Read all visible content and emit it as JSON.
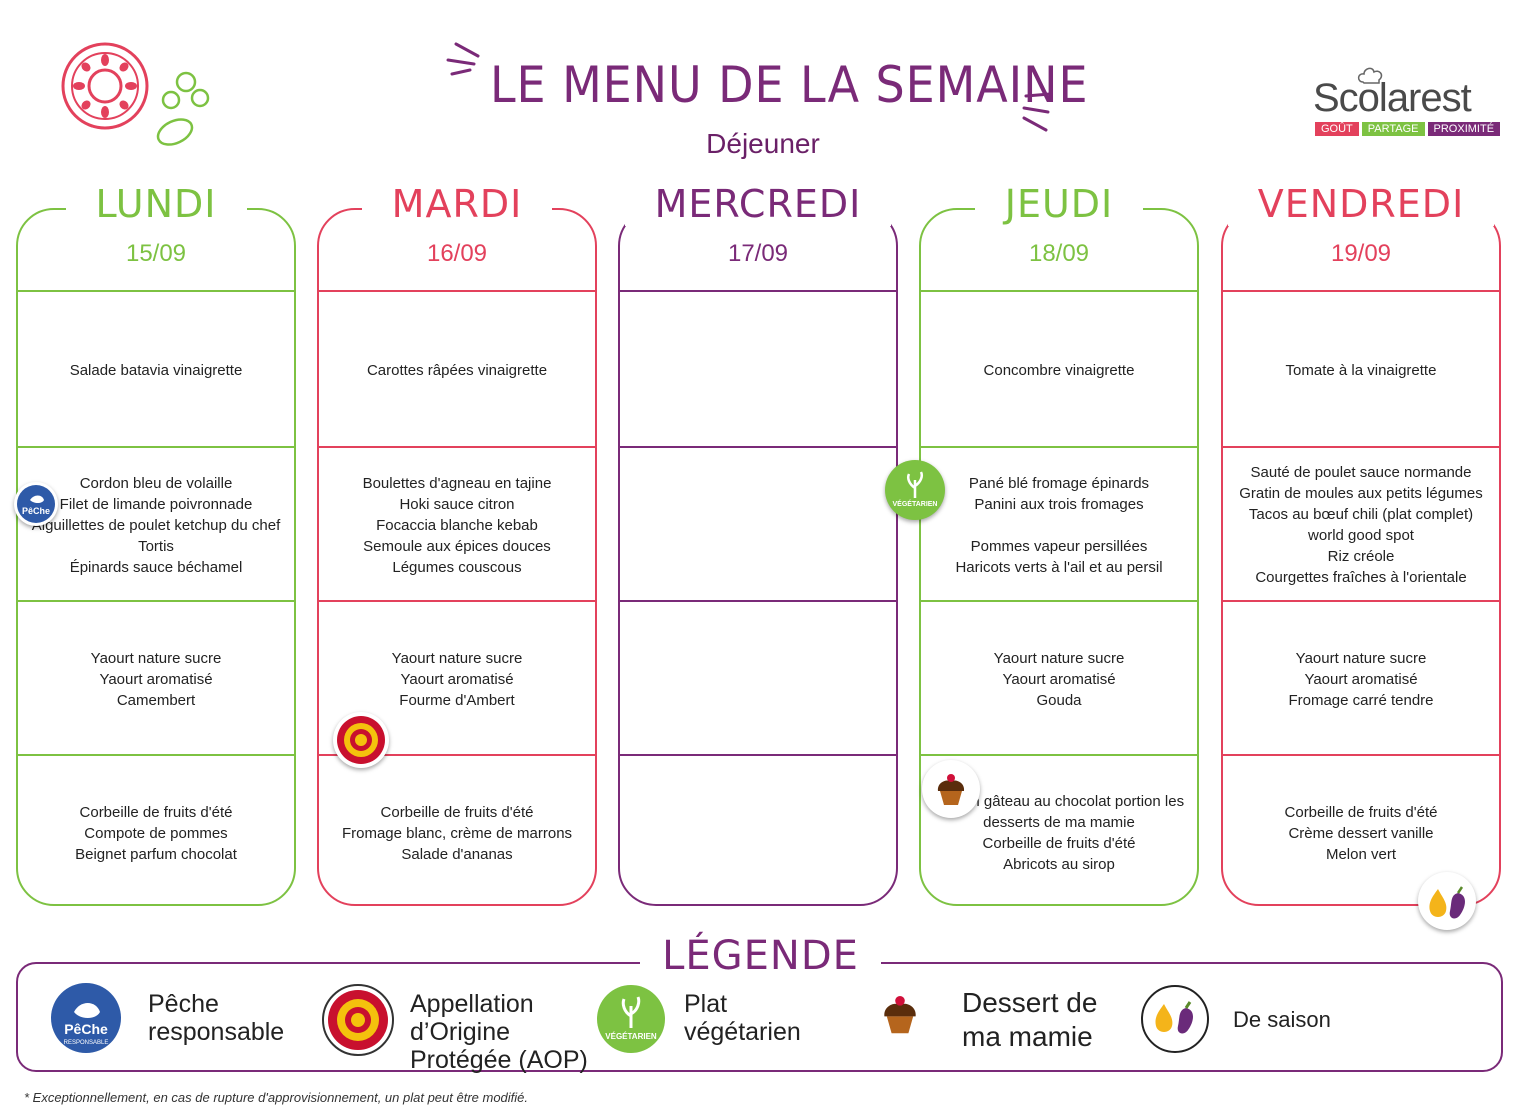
{
  "header": {
    "title": "LE MENU DE LA SEMAINE",
    "subtitle": "Déjeuner",
    "brand": "Scolarest",
    "brand_tags": [
      "GOÛT",
      "PARTAGE",
      "PROXIMITÉ"
    ]
  },
  "days": [
    {
      "name": "LUNDI",
      "date": "15/09",
      "color": "#7dc242",
      "courses": [
        [
          "Salade batavia vinaigrette"
        ],
        [
          "Cordon bleu de volaille",
          "Filet de limande poivronnade",
          "Aiguillettes de poulet ketchup du chef",
          "Tortis",
          "Épinards sauce béchamel"
        ],
        [
          "Yaourt nature sucre",
          "Yaourt aromatisé",
          "Camembert"
        ],
        [
          "Corbeille de fruits d'été",
          "Compote de pommes",
          "Beignet parfum chocolat"
        ]
      ]
    },
    {
      "name": "MARDI",
      "date": "16/09",
      "color": "#e3415c",
      "courses": [
        [
          "Carottes râpées vinaigrette"
        ],
        [
          "Boulettes d'agneau en tajine",
          "Hoki sauce citron",
          "Focaccia blanche kebab",
          "Semoule aux épices douces",
          "Légumes couscous"
        ],
        [
          "Yaourt nature sucre",
          "Yaourt aromatisé",
          "Fourme d'Ambert"
        ],
        [
          "Corbeille de fruits d'été",
          "Fromage blanc, crème de marrons",
          "Salade d'ananas"
        ]
      ]
    },
    {
      "name": "MERCREDI",
      "date": "17/09",
      "color": "#7a2a78",
      "courses": [
        [],
        [],
        [],
        []
      ]
    },
    {
      "name": "JEUDI",
      "date": "18/09",
      "color": "#7dc242",
      "courses": [
        [
          "Concombre vinaigrette"
        ],
        [
          "Pané blé fromage épinards",
          "Panini aux trois fromages",
          "",
          "Pommes vapeur persillées",
          "Haricots verts à l'ail et au persil"
        ],
        [
          "Yaourt nature sucre",
          "Yaourt aromatisé",
          "Gouda"
        ],
        [
          "Le bon gâteau au chocolat portion les desserts de ma mamie",
          "Corbeille de fruits d'été",
          "Abricots au sirop"
        ]
      ]
    },
    {
      "name": "VENDREDI",
      "date": "19/09",
      "color": "#e3415c",
      "courses": [
        [
          "Tomate à la vinaigrette"
        ],
        [
          "Sauté de poulet sauce normande",
          "Gratin de moules aux petits légumes",
          "Tacos au bœuf chili (plat complet) world good spot",
          "Riz créole",
          "Courgettes fraîches à l'orientale"
        ],
        [
          "Yaourt nature sucre",
          "Yaourt aromatisé",
          "Fromage carré tendre"
        ],
        [
          "Corbeille de fruits d'été",
          "Crème dessert vanille",
          "Melon vert"
        ]
      ]
    }
  ],
  "badges": {
    "peche_brand": "PêChe",
    "peche_sub": "RESPONSABLE",
    "vege": "VÉGÉTARIEN"
  },
  "legend": {
    "title": "LÉGENDE",
    "items": [
      {
        "label": "Pêche responsable"
      },
      {
        "label": "Appellation d’Origine Protégée (AOP)"
      },
      {
        "label": "Plat végétarien"
      },
      {
        "label": "Dessert de ma mamie"
      },
      {
        "label": "De saison"
      }
    ]
  },
  "footnote": "* Exceptionnellement, en cas de rupture d'approvisionnement, un plat peut être modifié.",
  "colors": {
    "purple": "#7a2a78",
    "green": "#7dc242",
    "red": "#e3415c"
  }
}
